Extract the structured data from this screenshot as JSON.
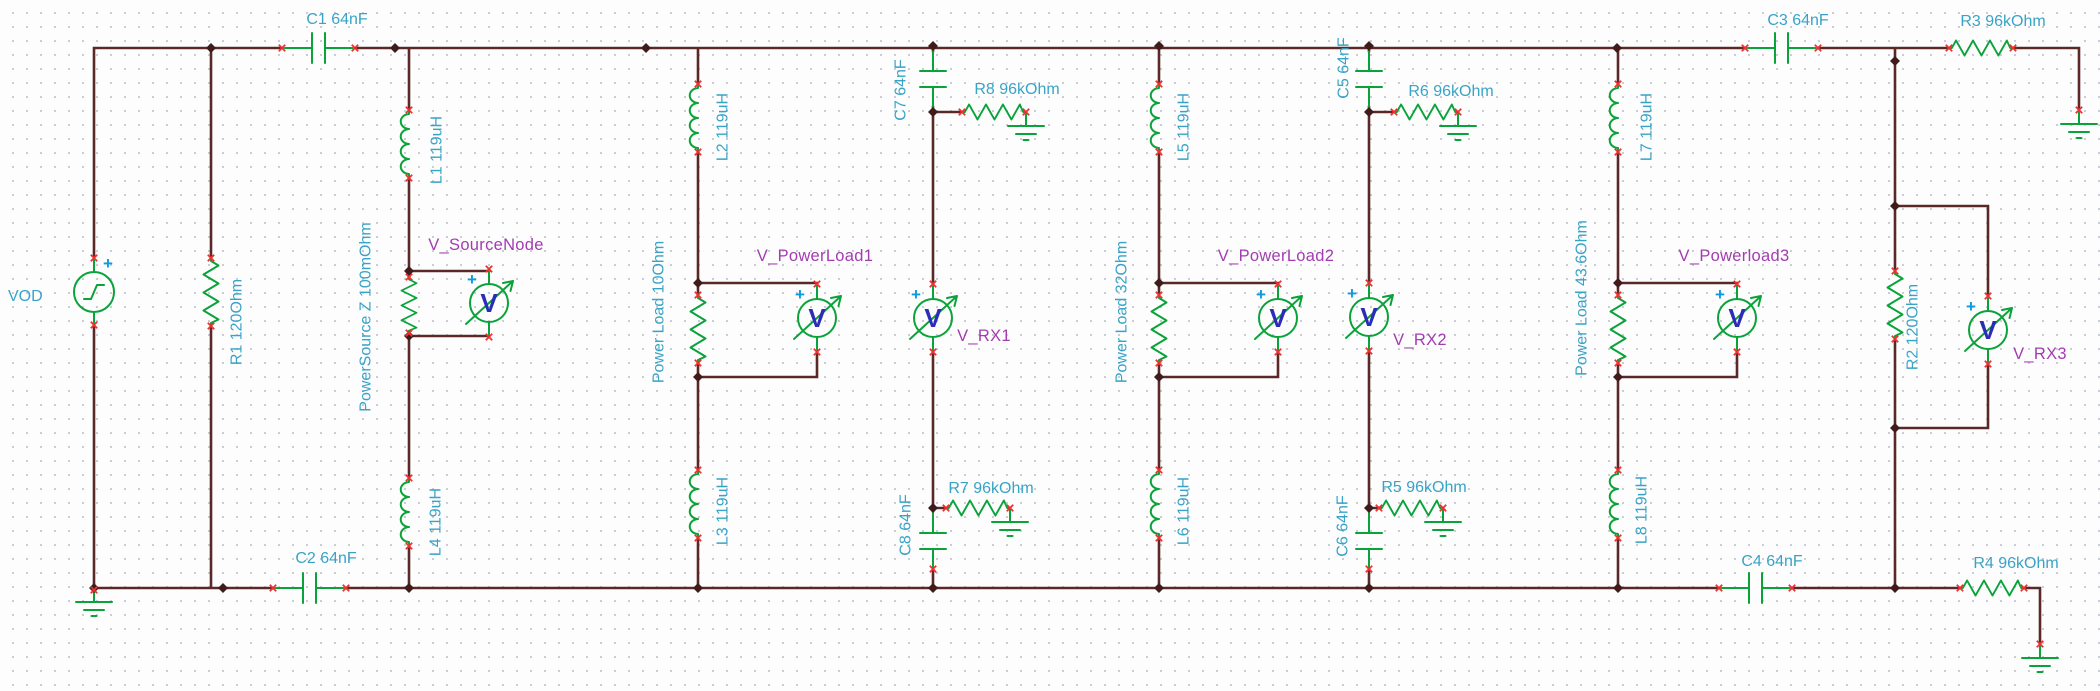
{
  "colors": {
    "wire": "#5b2828",
    "component": "#0aa33a",
    "label_teal": "#38a3c6",
    "label_purple": "#a23cb0",
    "terminal": "#f03030",
    "junction": "#401b1b",
    "plus_blue": "#0b9be0",
    "meter_letter_blue": "#2c2cb8",
    "grid_dot": "#c6c9d0",
    "background": "#fdfdfe"
  },
  "glyphs": {
    "plus": "+",
    "meter_letter": "V"
  },
  "source": {
    "name": "VOD"
  },
  "labels": {
    "r1": "R1 120Ohm",
    "c1": "C1 64nF",
    "c2": "C2 64nF",
    "power_source_z": "PowerSource Z 100mOhm",
    "l1": "L1 119uH",
    "l4": "L4 119uH",
    "power_load_1": "Power Load 10Ohm",
    "l2": "L2 119uH",
    "l3": "L3 119uH",
    "c7": "C7 64nF",
    "r8": "R8 96kOhm",
    "c8": "C8 64nF",
    "r7": "R7 96kOhm",
    "power_load_2": "Power Load 32Ohm",
    "l5": "L5 119uH",
    "l6": "L6 119uH",
    "c5": "C5 64nF",
    "r6": "R6 96kOhm",
    "c6": "C6 64nF",
    "r5": "R5 96kOhm",
    "power_load_3": "Power Load 43.6Ohm",
    "l7": "L7 119uH",
    "l8": "L8 119uH",
    "c3": "C3 64nF",
    "r3": "R3 96kOhm",
    "c4": "C4 64nF",
    "r4": "R4 96kOhm",
    "r2": "R2 120Ohm"
  },
  "meters": {
    "source_node": "V_SourceNode",
    "power_load1": "V_PowerLoad1",
    "rx1": "V_RX1",
    "power_load2": "V_PowerLoad2",
    "rx2": "V_RX2",
    "power_load3": "V_Powerload3",
    "rx3": "V_RX3"
  }
}
